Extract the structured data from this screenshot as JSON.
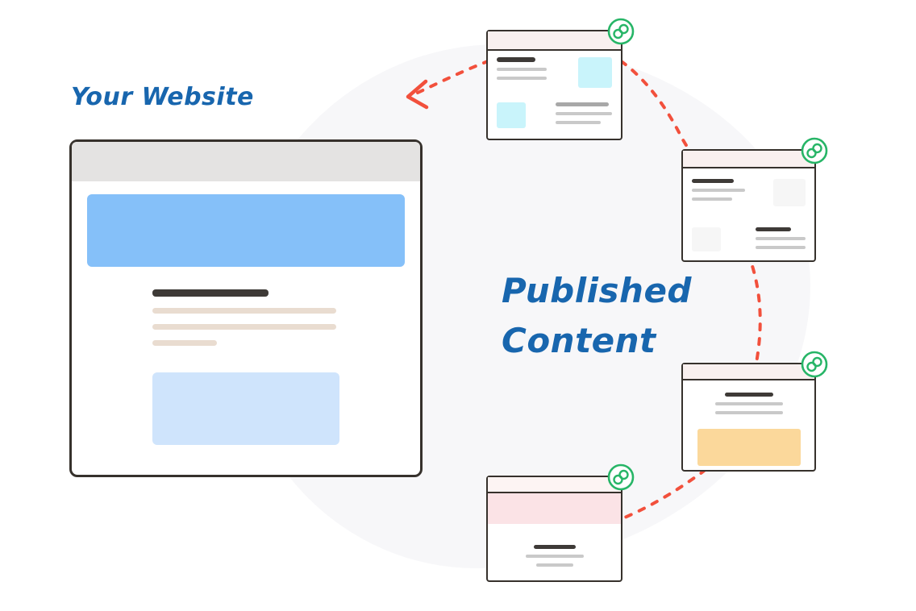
{
  "labels": {
    "your_website": "Your Website",
    "published": "Published",
    "content": "Content"
  },
  "icons": {
    "card_badge": "link-icon",
    "flow_arrow": "arrowhead-icon"
  },
  "colors": {
    "label_blue": "#1866ae",
    "dashed_red": "#f2503c",
    "link_green": "#27b567",
    "outline_dark": "#36312c",
    "header_gray": "#e4e3e2",
    "hero_blue": "#85c0f9",
    "cta_blue": "#cfe4fc",
    "bar_dark": "#3e3a37",
    "bar_beige": "#e9dcd0",
    "bar_gray": "#c9c9c9",
    "bar_gray_dark": "#a8a8a8",
    "card_header_pink": "#f9f0ef",
    "cyan_box": "#c9f4fb",
    "gray_box": "#f6f6f6",
    "orange_box": "#fbd89b",
    "pink_block": "#fbe3e6",
    "pink_strip": "#fdf4f3",
    "blob_gray": "#f7f7f9"
  }
}
